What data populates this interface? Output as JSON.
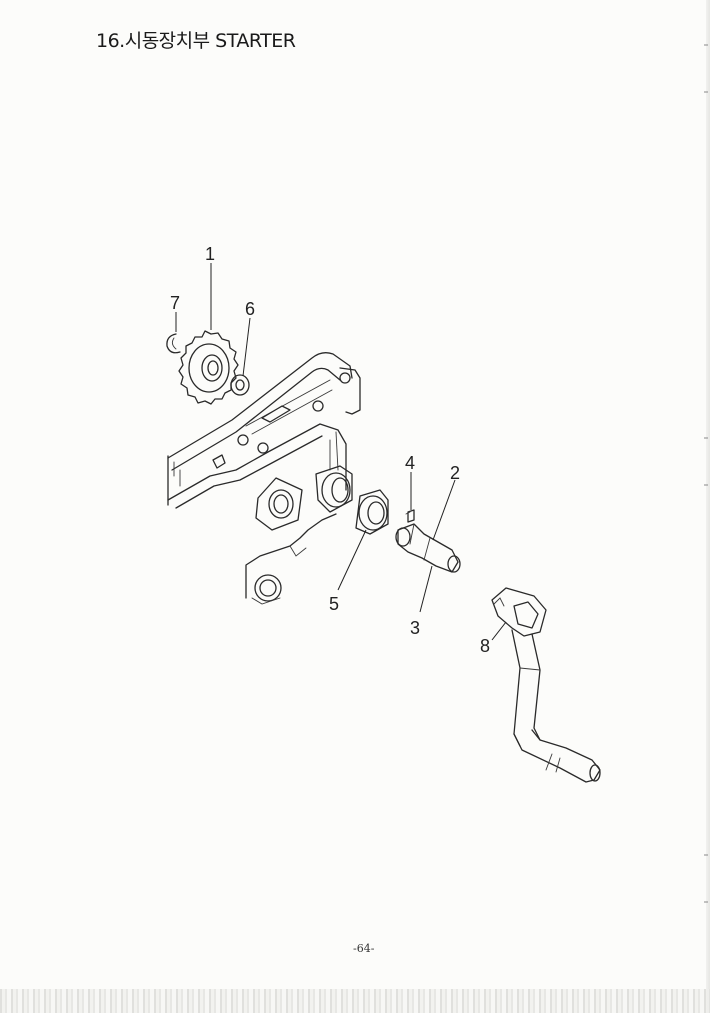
{
  "title": "16.시동장치부 STARTER",
  "page_number": "-64-",
  "callouts": [
    "1",
    "2",
    "3",
    "4",
    "5",
    "6",
    "7",
    "8"
  ]
}
